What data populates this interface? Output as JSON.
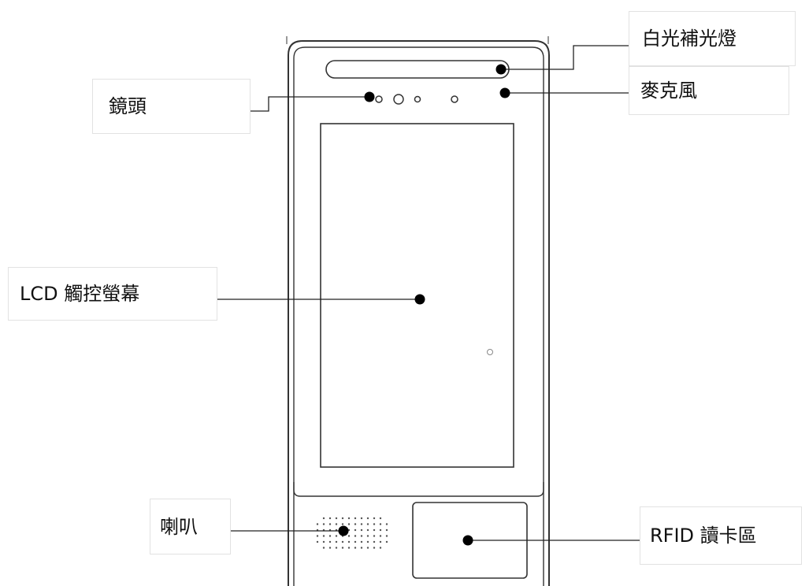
{
  "labels": {
    "white_fill_light": "白光補光燈",
    "microphone": "麥克風",
    "camera": "鏡頭",
    "lcd_touchscreen": "LCD 觸控螢幕",
    "speaker": "喇叭",
    "rfid_reader": "RFID 讀卡區"
  }
}
